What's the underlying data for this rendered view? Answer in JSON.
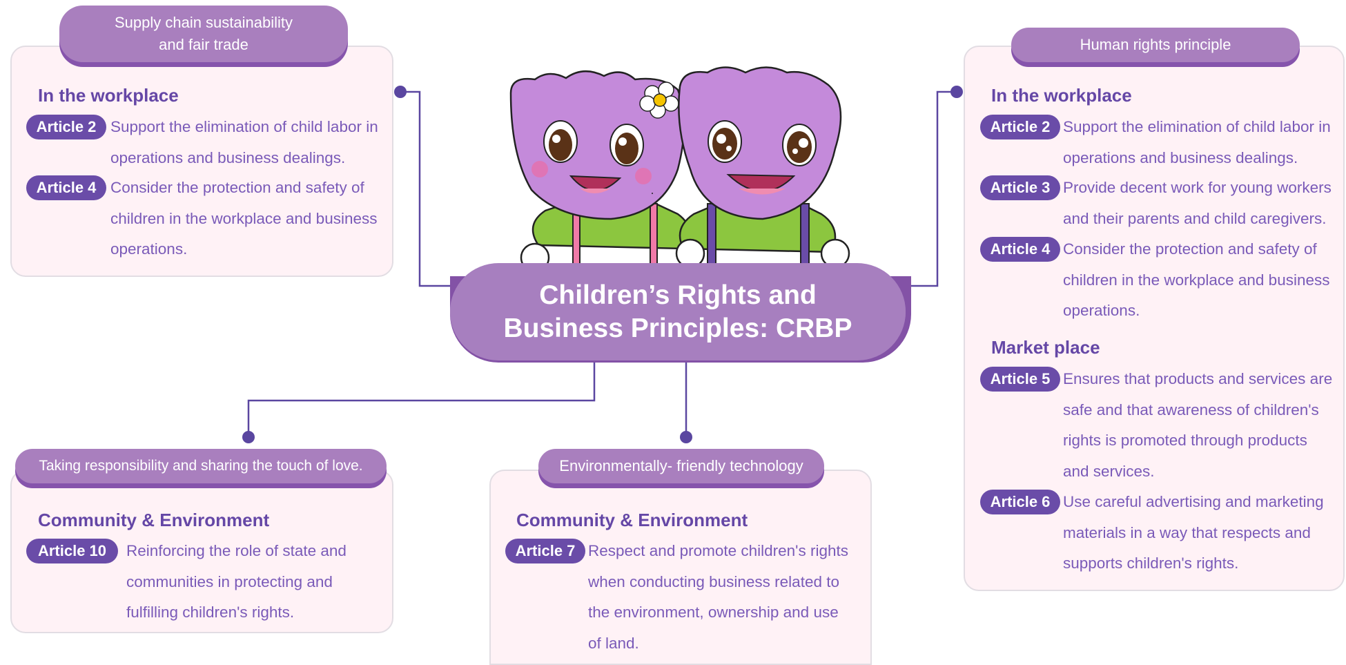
{
  "center": {
    "title_line1": "Children’s Rights and",
    "title_line2": "Business Principles: CRBP"
  },
  "top_left": {
    "tab_line1": "Supply chain sustainability",
    "tab_line2": "and fair trade",
    "section": "In the workplace",
    "articles": [
      {
        "label": "Article 2",
        "lines": [
          "Support the elimination of child labor in",
          "operations and business dealings."
        ]
      },
      {
        "label": "Article 4",
        "lines": [
          "Consider the protection and safety of",
          "children in the workplace and business",
          "operations."
        ]
      }
    ]
  },
  "right": {
    "tab": "Human rights principle",
    "section1": "In the workplace",
    "articles1": [
      {
        "label": "Article 2",
        "lines": [
          "Support the elimination of child labor in",
          "operations and business dealings."
        ]
      },
      {
        "label": "Article 3",
        "lines": [
          "Provide decent work for young workers",
          "and their parents and child caregivers."
        ]
      },
      {
        "label": "Article 4",
        "lines": [
          "Consider the protection and safety of",
          "children in the workplace and business",
          "operations."
        ]
      }
    ],
    "section2": "Market place",
    "articles2": [
      {
        "label": "Article 5",
        "lines": [
          "Ensures that products and services are",
          "safe and that awareness of children's",
          "rights is promoted through products",
          "and services."
        ]
      },
      {
        "label": "Article 6",
        "lines": [
          "Use careful advertising and marketing",
          "materials in a way that respects and",
          "supports children's rights."
        ]
      }
    ]
  },
  "bottom_left": {
    "tab": "Taking responsibility and sharing the touch of love.",
    "section": "Community & Environment",
    "articles": [
      {
        "label": "Article 10",
        "lines": [
          "Reinforcing the role of state and",
          "communities in protecting and",
          "fulfilling children's rights."
        ]
      }
    ]
  },
  "bottom_mid": {
    "tab": "Environmentally- friendly technology",
    "section": "Community & Environment",
    "articles": [
      {
        "label": "Article 7",
        "lines": [
          "Respect and promote children's rights",
          "when conducting business related to",
          "the environment, ownership and use",
          "of land."
        ]
      }
    ]
  },
  "colors": {
    "primary": "#6a4ca8",
    "tab": "#a97fbe",
    "tab_shadow": "#8654ac",
    "card_bg": "#fff2f6",
    "connector": "#5a46a0",
    "mascot_body": "#c48ada",
    "mascot_shirt": "#8cc63f"
  },
  "icons": [
    "mascot-left-character",
    "mascot-right-character",
    "flower-icon"
  ]
}
